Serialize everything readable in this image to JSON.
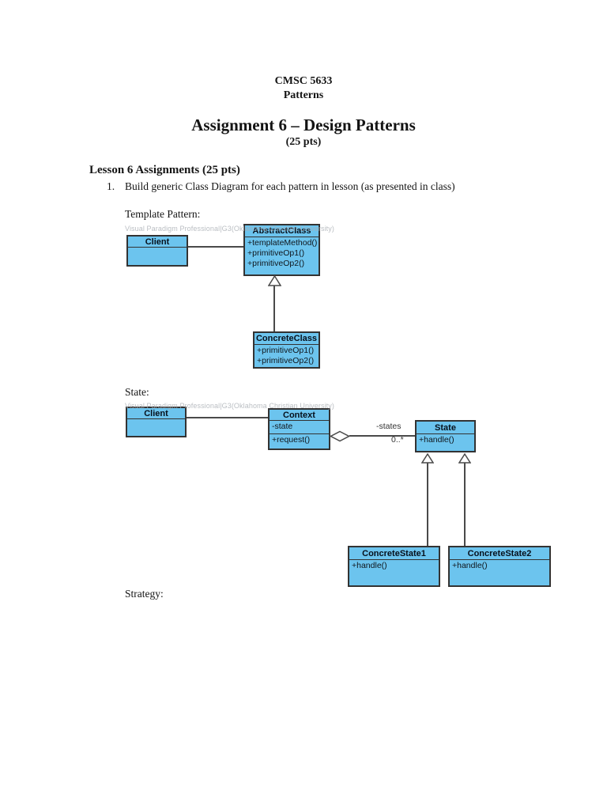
{
  "document": {
    "course_line1": "CMSC 5633",
    "course_line2": "Patterns",
    "title": "Assignment 6 – Design Patterns",
    "title_points": "(25 pts)",
    "section_heading": "Lesson 6 Assignments (25 pts)",
    "item_number": "1.",
    "item_text": "Build generic Class Diagram for each pattern in lesson (as presented in class)",
    "template_pattern_label": "Template Pattern:",
    "state_label": "State:",
    "strategy_label": "Strategy:"
  },
  "watermark_text": "Visual Paradigm Professional|G3(Oklahoma Christian University)",
  "colors": {
    "class_fill": "#6CC4EE",
    "class_border": "#333333",
    "watermark": "#a9aeb4"
  },
  "template_diagram": {
    "client_title": "Client",
    "abstract_class_title": "AbstractClass",
    "abstract_methods": [
      "+templateMethod()",
      "+primitiveOp1()",
      "+primitiveOp2()"
    ],
    "concrete_class_title": "ConcreteClass",
    "concrete_methods": [
      "+primitiveOp1()",
      "+primitiveOp2()"
    ]
  },
  "state_diagram": {
    "client_title": "Client",
    "context_title": "Context",
    "context_attribute": "-state",
    "context_method": "+request()",
    "state_title": "State",
    "state_method": "+handle()",
    "role_label": "-states",
    "multiplicity_label": "0..*",
    "concrete_state1_title": "ConcreteState1",
    "concrete_state1_method": "+handle()",
    "concrete_state2_title": "ConcreteState2",
    "concrete_state2_method": "+handle()"
  }
}
